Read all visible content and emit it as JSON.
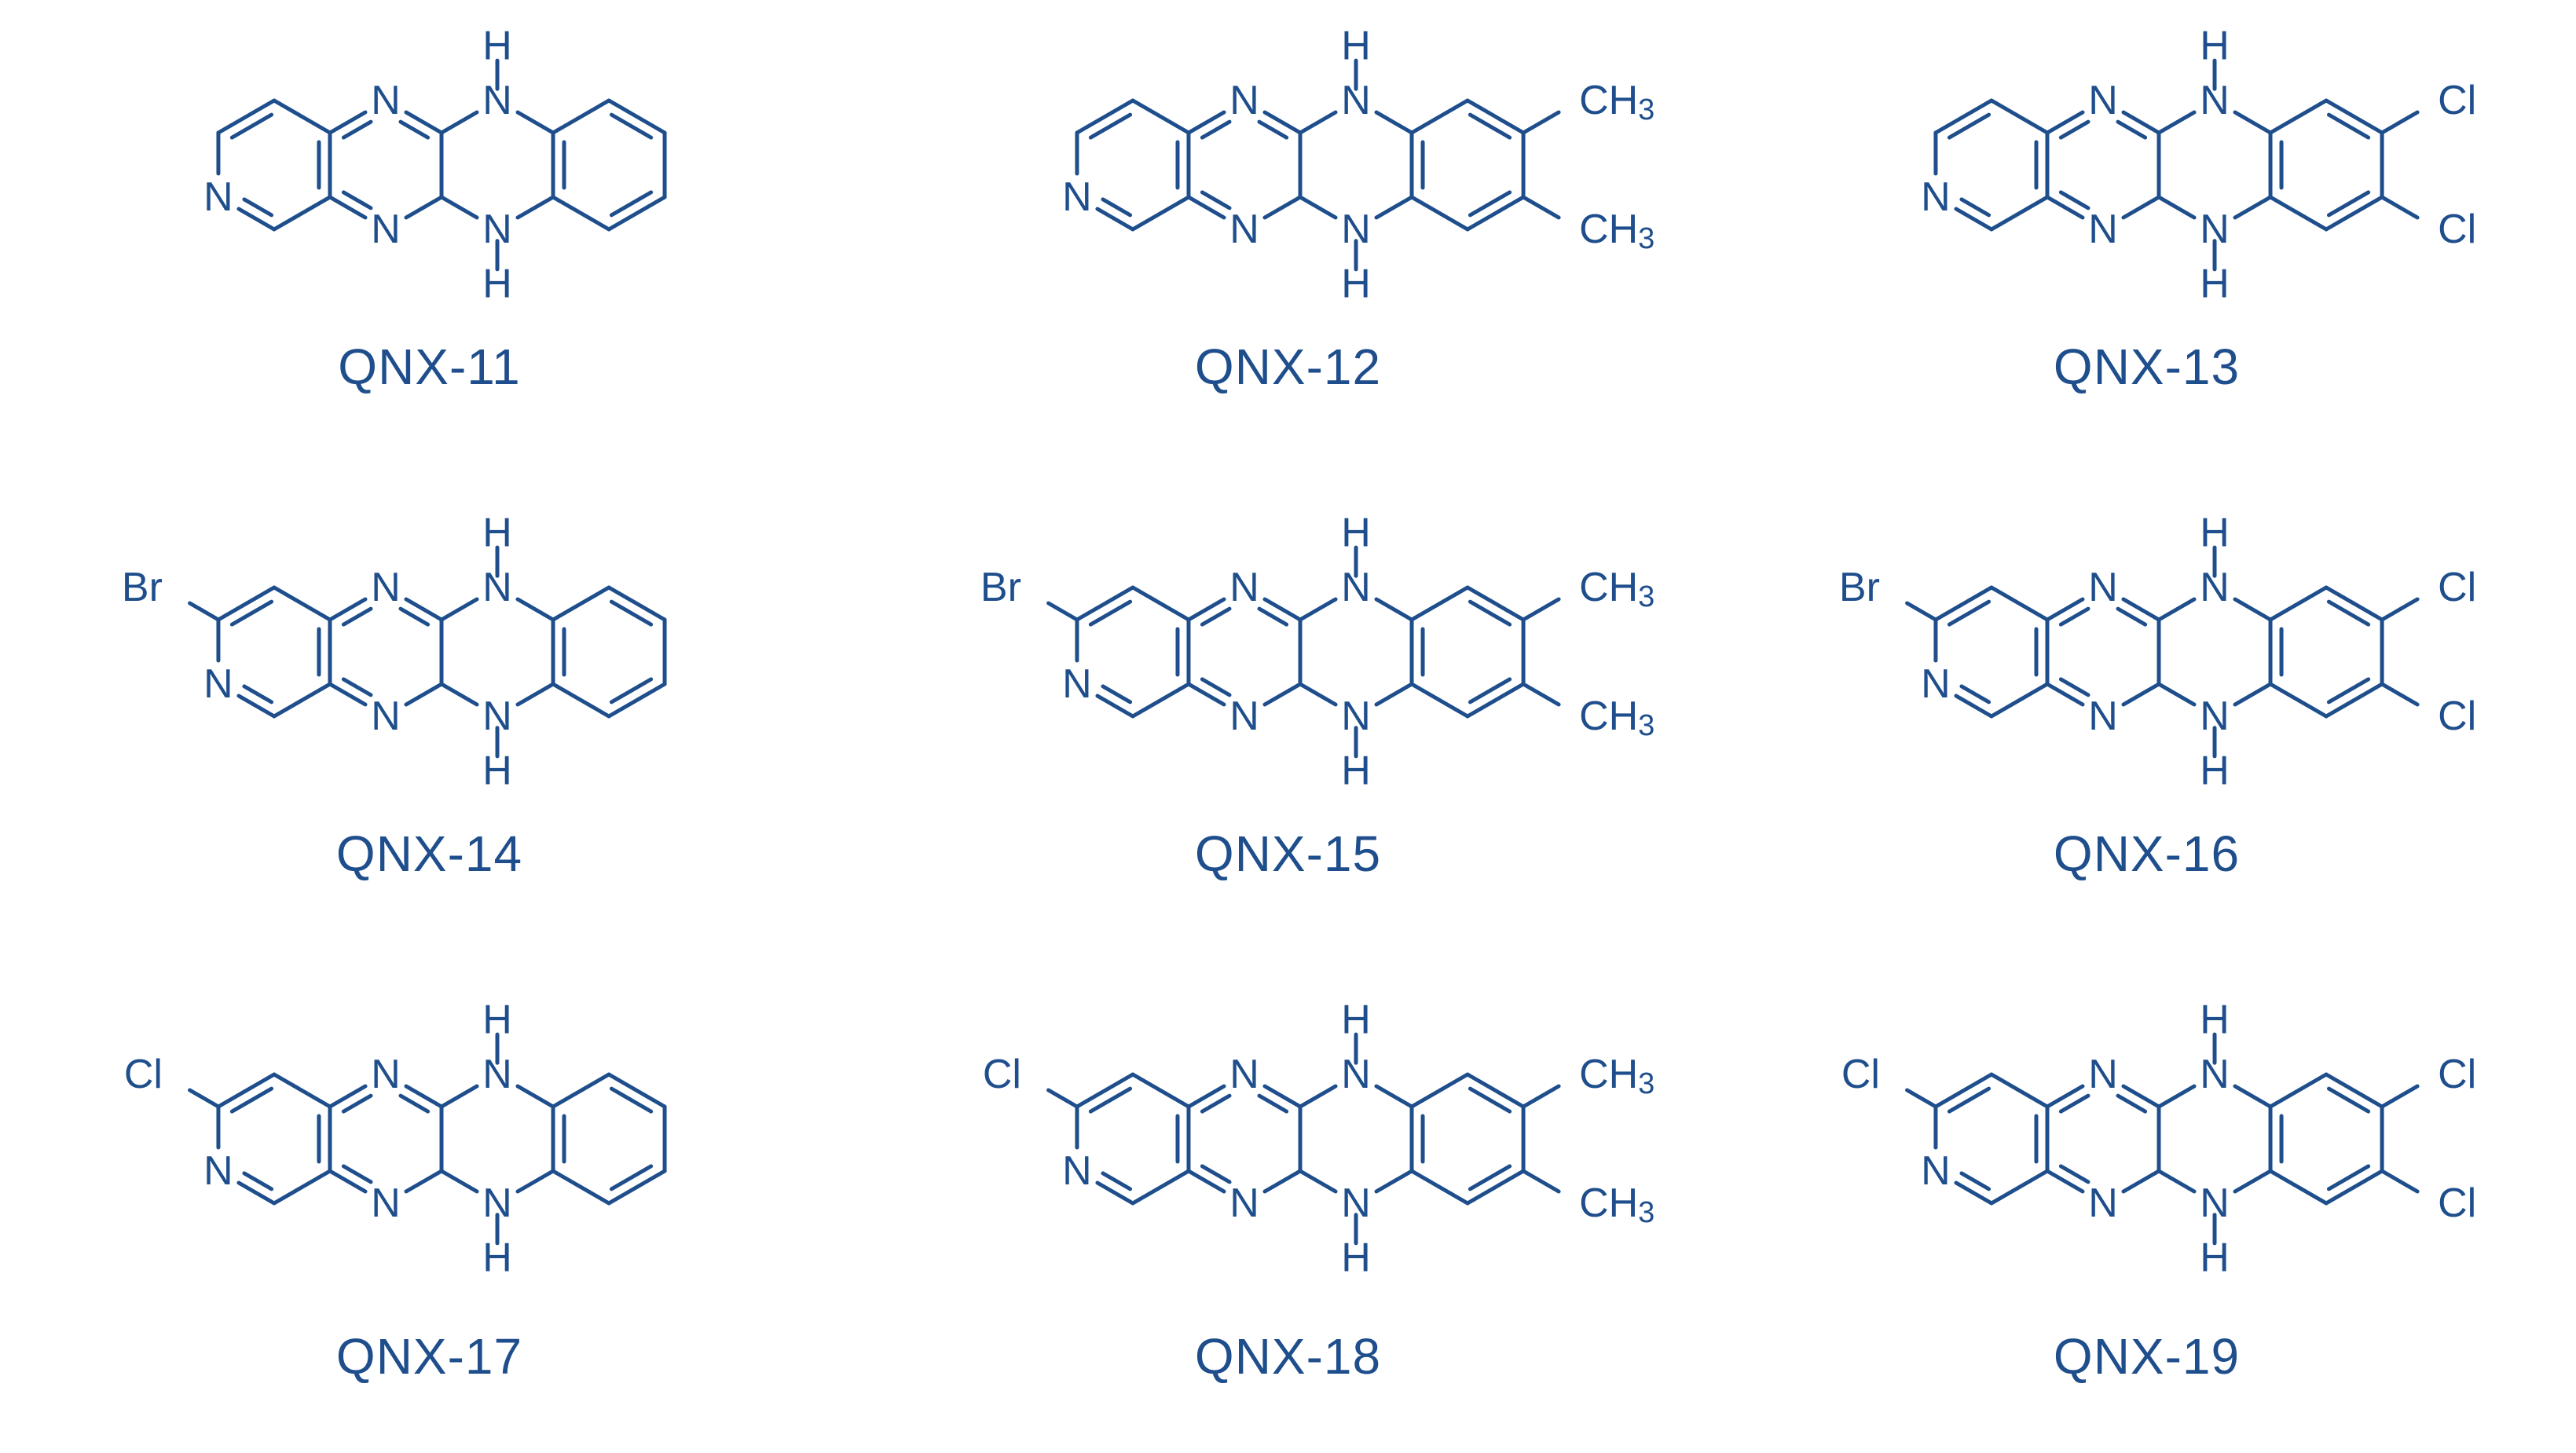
{
  "figure": {
    "color": "#1f4e8c",
    "compounds": [
      {
        "label": "QNX-11",
        "pyridine_sub": "",
        "benzo_sub": ""
      },
      {
        "label": "QNX-12",
        "pyridine_sub": "",
        "benzo_sub": "CH3"
      },
      {
        "label": "QNX-13",
        "pyridine_sub": "",
        "benzo_sub": "Cl"
      },
      {
        "label": "QNX-14",
        "pyridine_sub": "Br",
        "benzo_sub": ""
      },
      {
        "label": "QNX-15",
        "pyridine_sub": "Br",
        "benzo_sub": "CH3"
      },
      {
        "label": "QNX-16",
        "pyridine_sub": "Br",
        "benzo_sub": "Cl"
      },
      {
        "label": "QNX-17",
        "pyridine_sub": "Cl",
        "benzo_sub": ""
      },
      {
        "label": "QNX-18",
        "pyridine_sub": "Cl",
        "benzo_sub": "CH3"
      },
      {
        "label": "QNX-19",
        "pyridine_sub": "Cl",
        "benzo_sub": "Cl"
      }
    ],
    "atoms": {
      "nitrogen": "N",
      "hydrogen": "H"
    }
  }
}
